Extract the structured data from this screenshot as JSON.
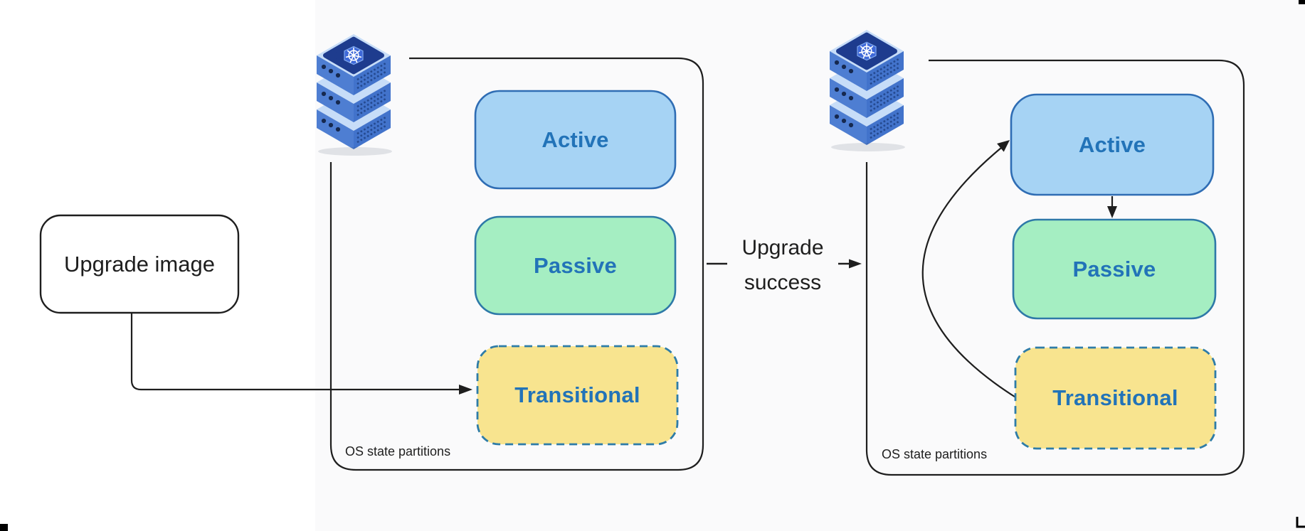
{
  "background": {
    "page": "#FAFAFB",
    "left_panel": "#FFFFFF"
  },
  "line_color": "#1E1E1E",
  "source_box": {
    "label": "Upgrade image",
    "fill": "#FFFFFF",
    "border": "#1E1E1E"
  },
  "transition": {
    "line1": "Upgrade",
    "line2": "success"
  },
  "clusters": [
    {
      "caption": "OS state partitions",
      "server_icon": "kubernetes-server-stack-icon",
      "partitions": [
        {
          "label": "Active",
          "fill": "#A6D3F4",
          "border": "#2F6DB4",
          "border_style": "solid",
          "text_color": "#2273B8"
        },
        {
          "label": "Passive",
          "fill": "#A5EEC2",
          "border": "#2E79A8",
          "border_style": "solid",
          "text_color": "#2273B8"
        },
        {
          "label": "Transitional",
          "fill": "#F8E48F",
          "border": "#2E7CA8",
          "border_style": "dashed",
          "text_color": "#2273B8"
        }
      ]
    },
    {
      "caption": "OS state partitions",
      "server_icon": "kubernetes-server-stack-icon",
      "partitions": [
        {
          "label": "Active",
          "fill": "#A6D3F4",
          "border": "#2F6DB4",
          "border_style": "solid",
          "text_color": "#2273B8"
        },
        {
          "label": "Passive",
          "fill": "#A5EEC2",
          "border": "#2E79A8",
          "border_style": "solid",
          "text_color": "#2273B8"
        },
        {
          "label": "Transitional",
          "fill": "#F8E48F",
          "border": "#2E7CA8",
          "border_style": "dashed",
          "text_color": "#2273B8"
        }
      ]
    }
  ]
}
